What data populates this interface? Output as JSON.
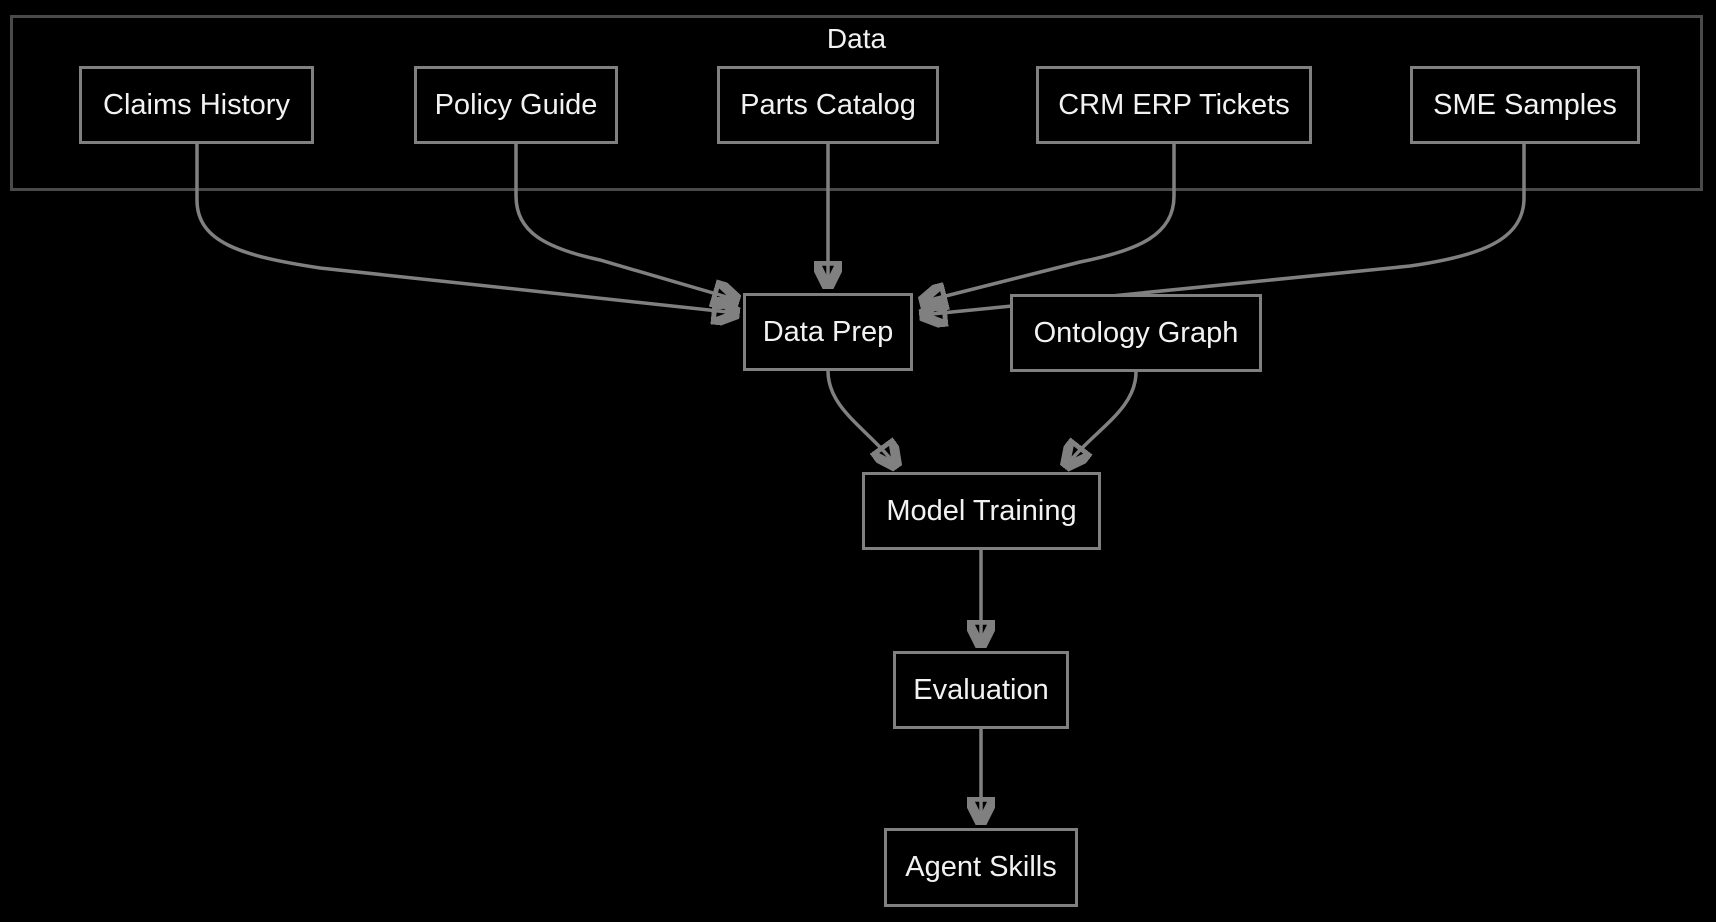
{
  "diagram": {
    "type": "flowchart",
    "cluster": {
      "label": "Data"
    },
    "nodes": {
      "claims": {
        "label": "Claims History"
      },
      "policy": {
        "label": "Policy Guide"
      },
      "parts": {
        "label": "Parts Catalog"
      },
      "crm": {
        "label": "CRM ERP Tickets"
      },
      "sme": {
        "label": "SME Samples"
      },
      "data_prep": {
        "label": "Data Prep"
      },
      "ontology": {
        "label": "Ontology Graph"
      },
      "training": {
        "label": "Model Training"
      },
      "evaluation": {
        "label": "Evaluation"
      },
      "skills": {
        "label": "Agent Skills"
      }
    },
    "edges": [
      {
        "from": "Claims History",
        "to": "Data Prep"
      },
      {
        "from": "Policy Guide",
        "to": "Data Prep"
      },
      {
        "from": "Parts Catalog",
        "to": "Data Prep"
      },
      {
        "from": "CRM ERP Tickets",
        "to": "Data Prep"
      },
      {
        "from": "SME Samples",
        "to": "Data Prep"
      },
      {
        "from": "Data Prep",
        "to": "Model Training"
      },
      {
        "from": "Ontology Graph",
        "to": "Model Training"
      },
      {
        "from": "Model Training",
        "to": "Evaluation"
      },
      {
        "from": "Evaluation",
        "to": "Agent Skills"
      }
    ],
    "colors": {
      "background": "#000000",
      "node_border": "#808080",
      "node_fill": "#000000",
      "cluster_border": "#4a4a4a",
      "edge": "#808080",
      "text": "#f2f2f2"
    }
  }
}
